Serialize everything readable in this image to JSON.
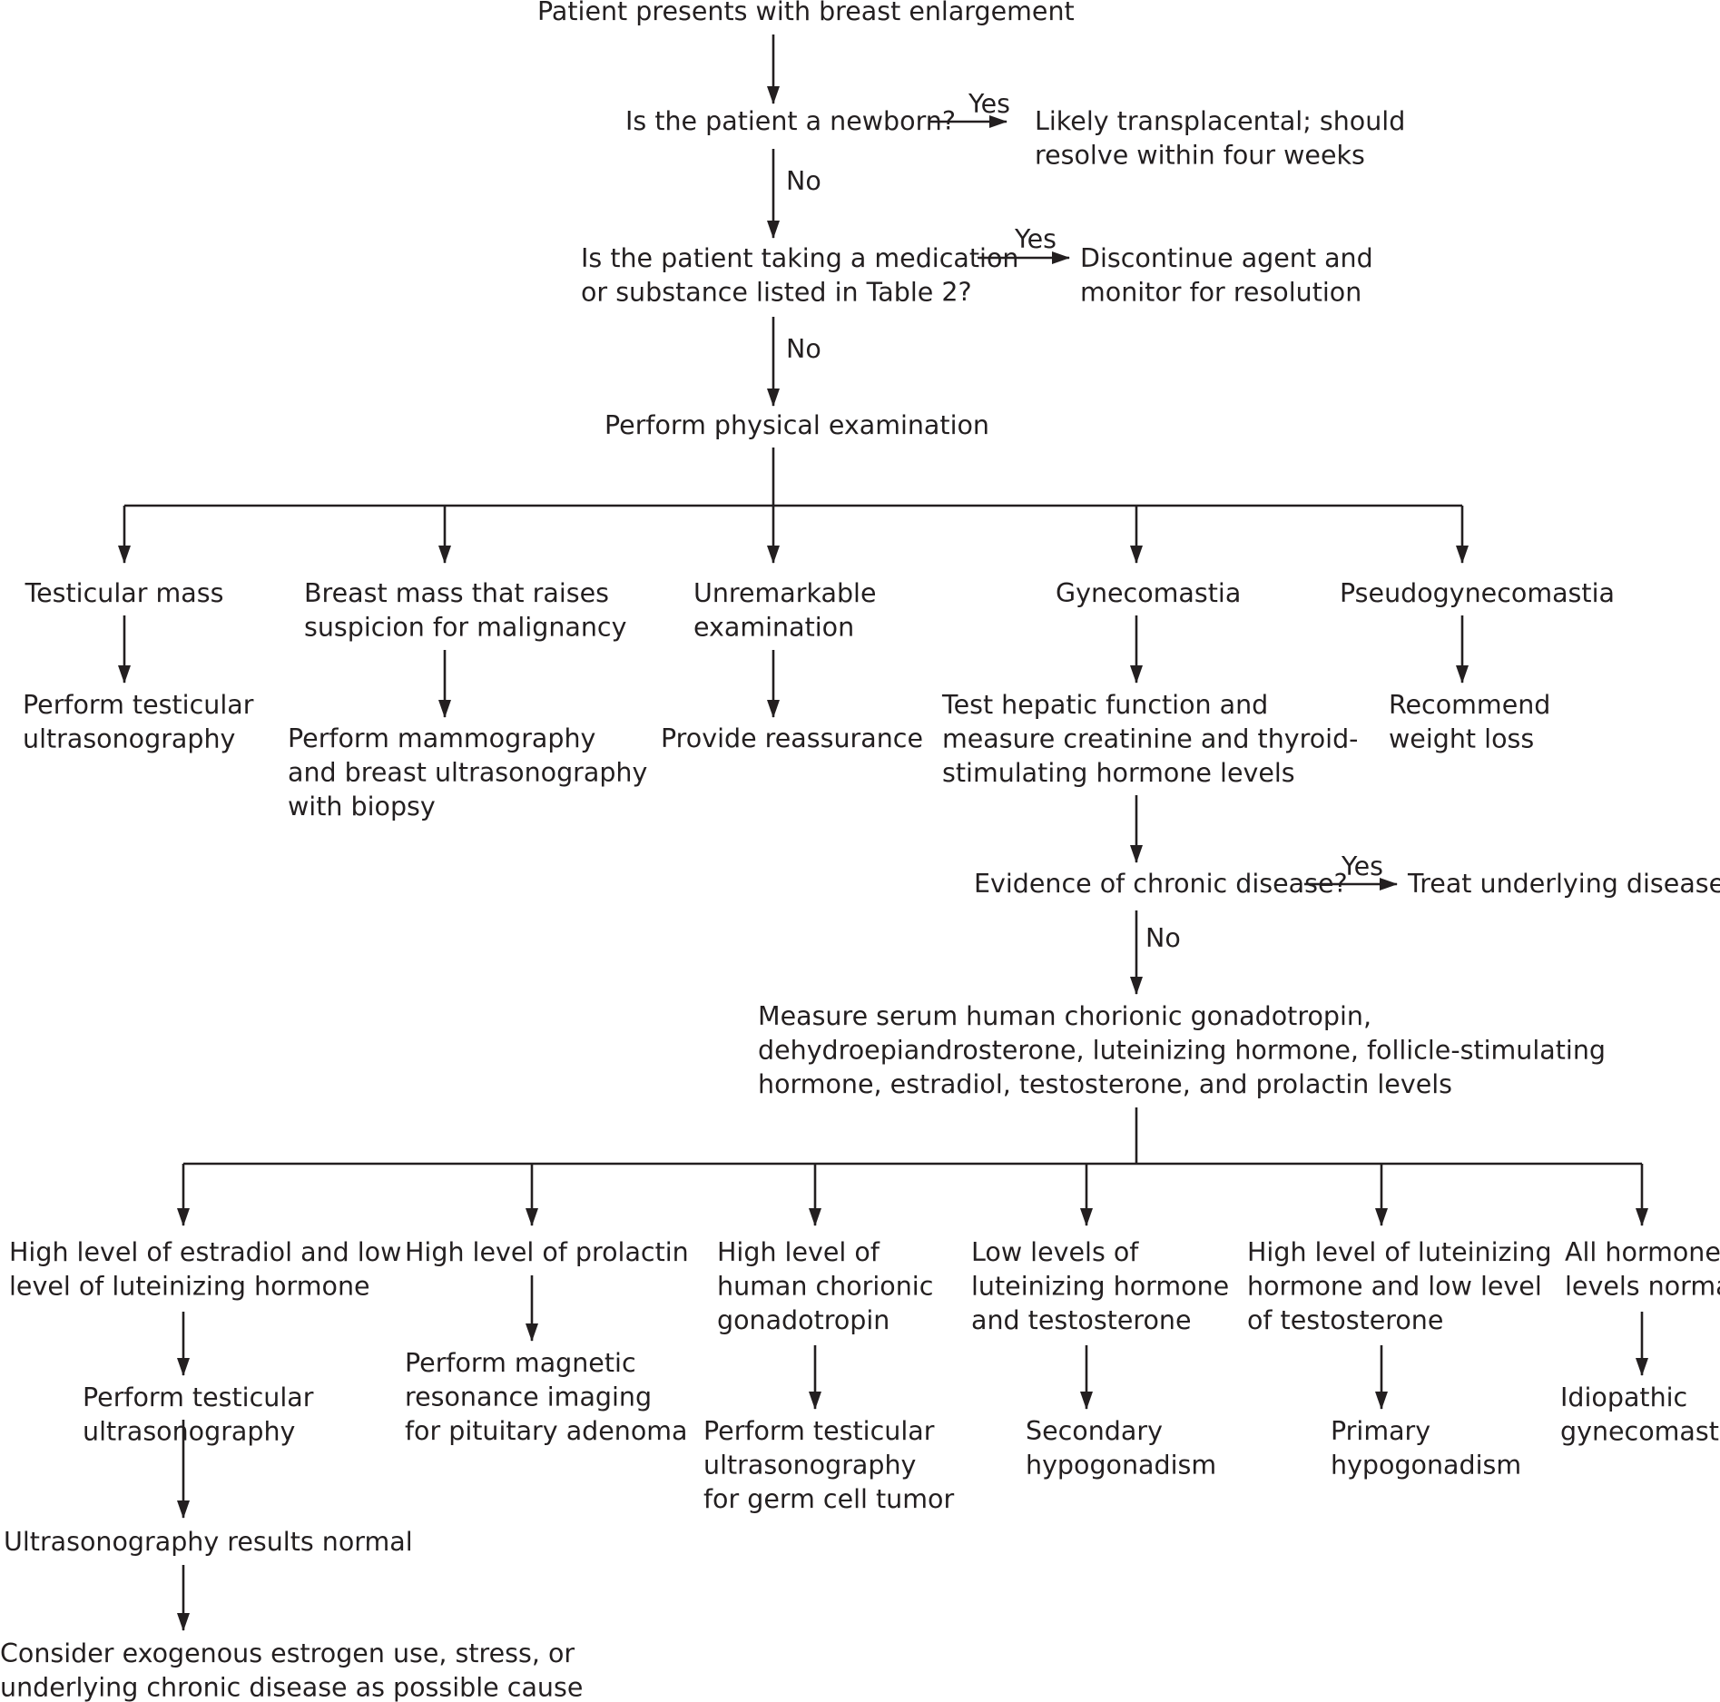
{
  "diagram": {
    "type": "flowchart",
    "colors": {
      "ink": "#231f20",
      "background": "#ffffff"
    },
    "nodes": [
      {
        "id": "start",
        "lines": [
          "Patient presents with breast enlargement"
        ]
      },
      {
        "id": "newborn",
        "lines": [
          "Is the patient a newborn?"
        ]
      },
      {
        "id": "transplacental",
        "lines": [
          "Likely transplacental; should",
          "resolve within four weeks"
        ]
      },
      {
        "id": "medication",
        "lines": [
          "Is the patient taking a medication",
          "or substance listed in Table 2?"
        ]
      },
      {
        "id": "discontinue",
        "lines": [
          "Discontinue agent and",
          "monitor for resolution"
        ]
      },
      {
        "id": "physical",
        "lines": [
          "Perform physical examination"
        ]
      },
      {
        "id": "testicular_mass",
        "lines": [
          "Testicular mass"
        ]
      },
      {
        "id": "testicular_us_1",
        "lines": [
          "Perform testicular",
          "ultrasonography"
        ]
      },
      {
        "id": "breast_mass",
        "lines": [
          "Breast mass that raises",
          "suspicion for malignancy"
        ]
      },
      {
        "id": "mammography",
        "lines": [
          "Perform mammography",
          "and breast ultrasonography",
          "with biopsy"
        ]
      },
      {
        "id": "unremarkable",
        "lines": [
          "Unremarkable",
          "examination"
        ]
      },
      {
        "id": "reassurance",
        "lines": [
          "Provide reassurance"
        ]
      },
      {
        "id": "gynecomastia",
        "lines": [
          "Gynecomastia"
        ]
      },
      {
        "id": "hepatic",
        "lines": [
          "Test hepatic function and",
          "measure creatinine and thyroid-",
          "stimulating hormone levels"
        ]
      },
      {
        "id": "pseudo",
        "lines": [
          "Pseudogynecomastia"
        ]
      },
      {
        "id": "weight_loss",
        "lines": [
          "Recommend",
          "weight loss"
        ]
      },
      {
        "id": "chronic",
        "lines": [
          "Evidence of chronic disease?"
        ]
      },
      {
        "id": "treat",
        "lines": [
          "Treat underlying disease"
        ]
      },
      {
        "id": "measure_serum",
        "lines": [
          "Measure serum human chorionic gonadotropin,",
          "dehydroepiandrosterone, luteinizing hormone, follicle-stimulating",
          "hormone, estradiol, testosterone, and prolactin levels"
        ]
      },
      {
        "id": "high_estradiol",
        "lines": [
          "High level of estradiol and low",
          "level of luteinizing hormone"
        ]
      },
      {
        "id": "testicular_us_2",
        "lines": [
          "Perform testicular",
          "ultrasonography"
        ]
      },
      {
        "id": "us_normal",
        "lines": [
          "Ultrasonography results normal"
        ]
      },
      {
        "id": "exogenous",
        "lines": [
          "Consider exogenous estrogen use, stress, or",
          "underlying chronic disease as possible cause"
        ]
      },
      {
        "id": "high_prolactin",
        "lines": [
          "High level of prolactin"
        ]
      },
      {
        "id": "mri",
        "lines": [
          "Perform magnetic",
          "resonance imaging",
          "for pituitary adenoma"
        ]
      },
      {
        "id": "high_hcg",
        "lines": [
          "High level of",
          "human chorionic",
          "gonadotropin"
        ]
      },
      {
        "id": "germ_cell",
        "lines": [
          "Perform testicular",
          "ultrasonography",
          "for germ cell tumor"
        ]
      },
      {
        "id": "low_lh",
        "lines": [
          "Low levels of",
          "luteinizing hormone",
          "and testosterone"
        ]
      },
      {
        "id": "secondary",
        "lines": [
          "Secondary",
          "hypogonadism"
        ]
      },
      {
        "id": "high_lh",
        "lines": [
          "High level of luteinizing",
          "hormone and low level",
          "of testosterone"
        ]
      },
      {
        "id": "primary",
        "lines": [
          "Primary",
          "hypogonadism"
        ]
      },
      {
        "id": "all_normal",
        "lines": [
          "All hormone",
          "levels normal"
        ]
      },
      {
        "id": "idiopathic",
        "lines": [
          "Idiopathic",
          "gynecomastia"
        ]
      }
    ],
    "edge_labels": [
      {
        "id": "yes_newborn",
        "text": "Yes"
      },
      {
        "id": "no_newborn",
        "text": "No"
      },
      {
        "id": "yes_medication",
        "text": "Yes"
      },
      {
        "id": "no_medication",
        "text": "No"
      },
      {
        "id": "yes_chronic",
        "text": "Yes"
      },
      {
        "id": "no_chronic",
        "text": "No"
      }
    ]
  }
}
